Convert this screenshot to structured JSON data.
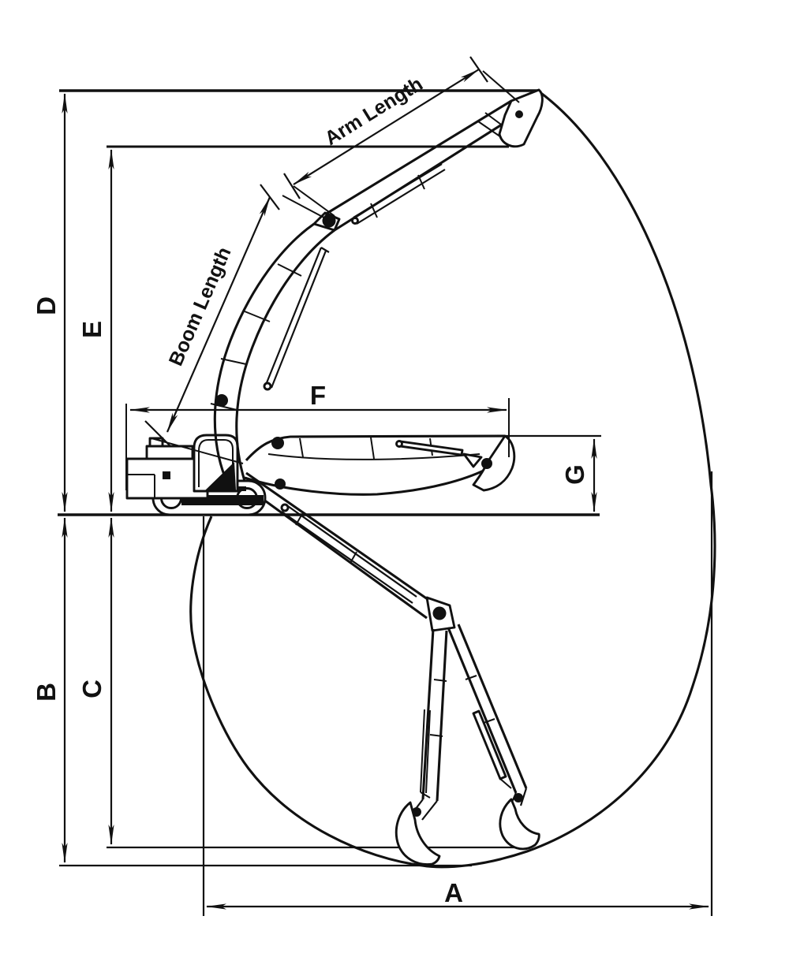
{
  "diagram": {
    "kind": "excavator-working-range-dimension-drawing",
    "colors": {
      "line": "#111111",
      "background": "#ffffff"
    },
    "labels": {
      "a": "A",
      "b": "B",
      "c": "C",
      "d": "D",
      "e": "E",
      "f": "F",
      "g": "G",
      "arm_length": "Arm Length",
      "boom_length": "Boom Length"
    }
  }
}
